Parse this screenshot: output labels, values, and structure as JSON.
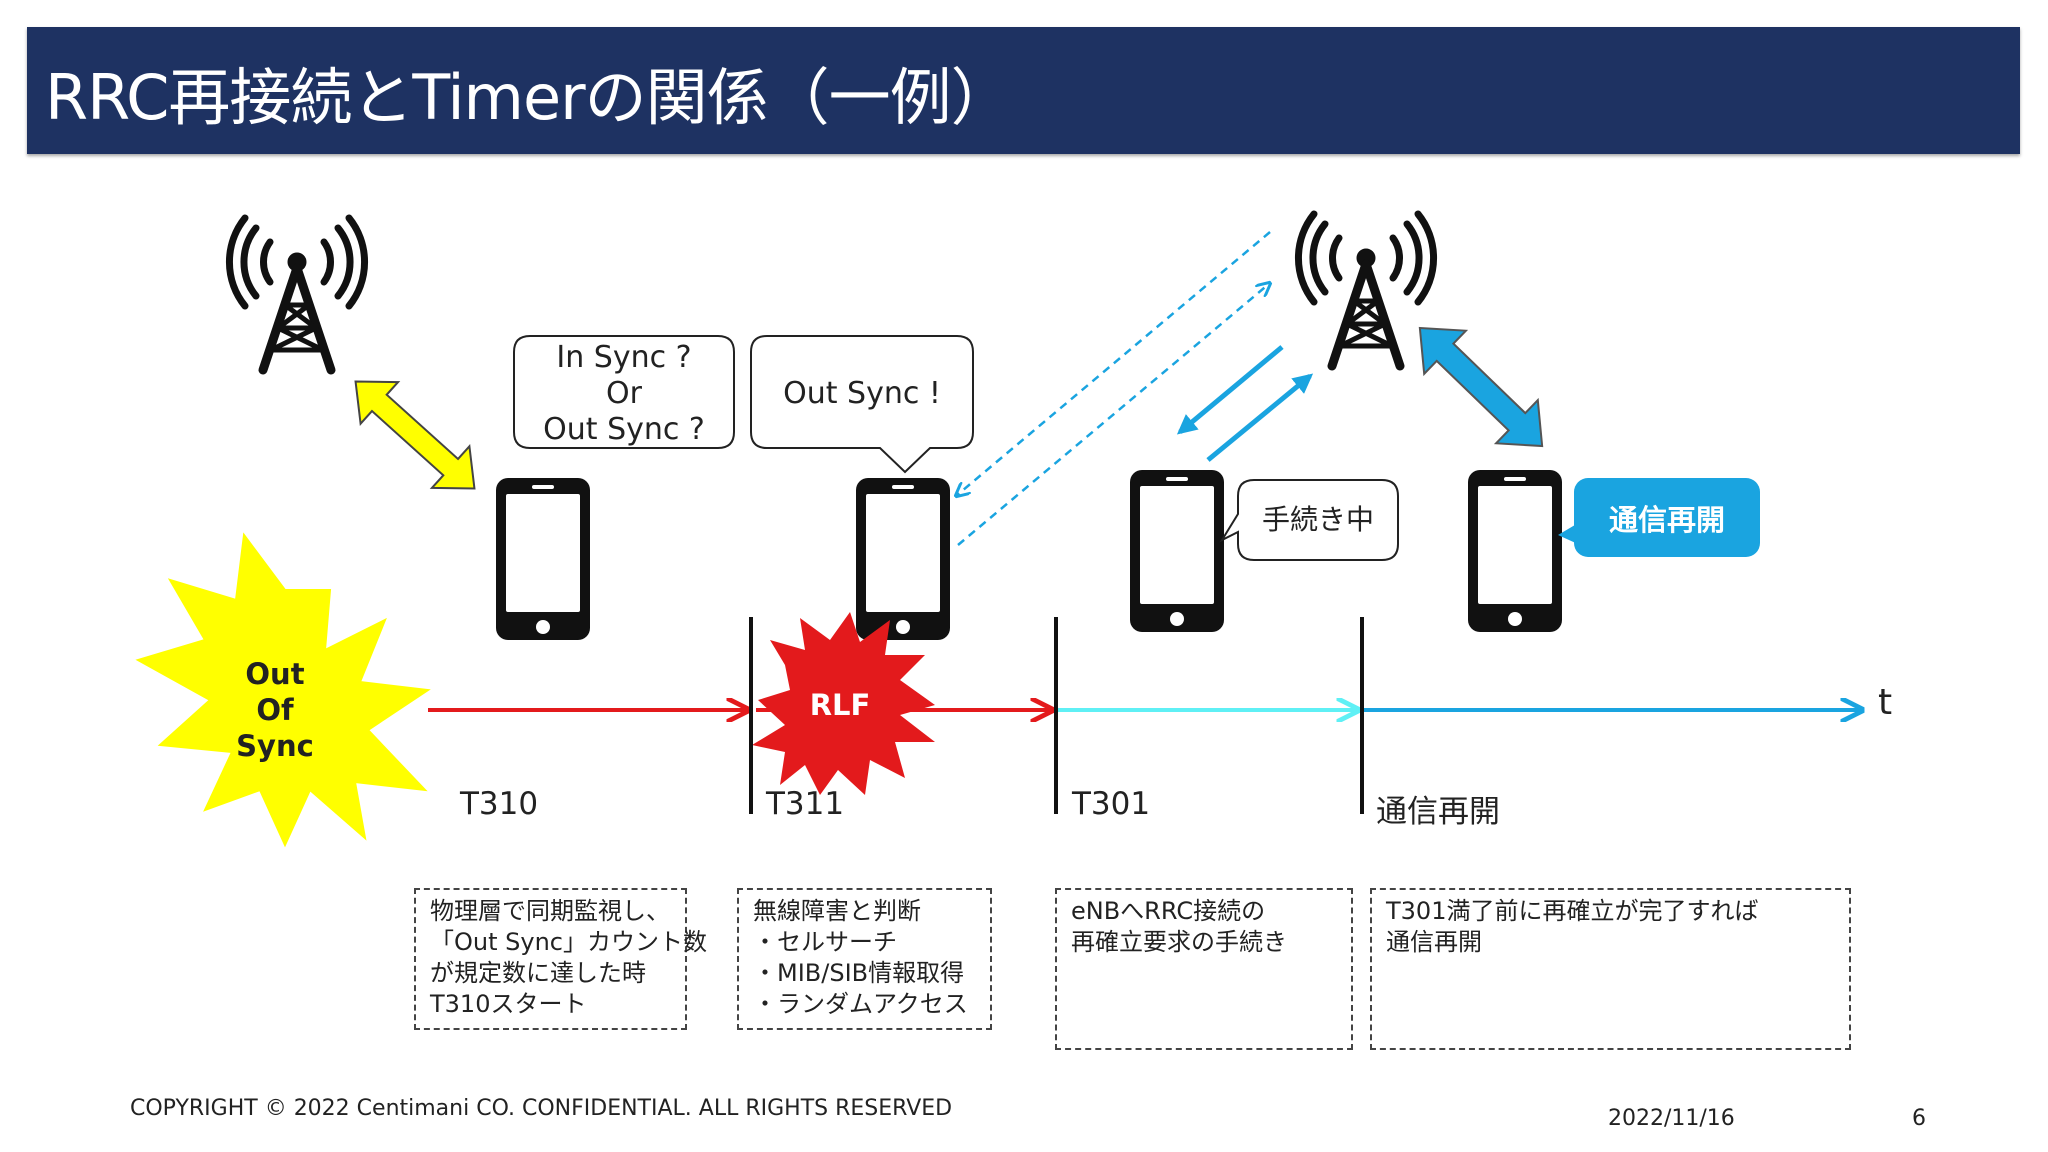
{
  "title": "RRC再接続とTimerの関係（一例）",
  "bubbles": {
    "query": {
      "line1": "In Sync ?",
      "line2": "Or",
      "line3": "Out Sync ?"
    },
    "out_sync": "Out Sync !",
    "procedure": "手続き中",
    "resume": "通信再開"
  },
  "bursts": {
    "out_of_sync": {
      "line1": "Out",
      "line2": "Of",
      "line3": "Sync"
    },
    "rlf": "RLF"
  },
  "timeline": {
    "axis_label": "t",
    "timers": [
      "T310",
      "T311",
      "T301",
      "通信再開"
    ]
  },
  "notes": [
    {
      "lines": [
        "物理層で同期監視し、",
        "「Out Sync」カウント数",
        "が規定数に達した時",
        "T310スタート"
      ]
    },
    {
      "lines": [
        "無線障害と判断",
        "・セルサーチ",
        "・MIB/SIB情報取得",
        "・ランダムアクセス"
      ]
    },
    {
      "lines": [
        "eNBへRRC接続の",
        "再確立要求の手続き"
      ]
    },
    {
      "lines": [
        "T301満了前に再確立が完了すれば",
        "通信再開"
      ]
    }
  ],
  "footer": {
    "copyright": "COPYRIGHT © 2022 Centimani CO. CONFIDENTIAL. ALL RIGHTS RESERVED",
    "date": "2022/11/16",
    "page": "6"
  },
  "colors": {
    "title_bg": "#1e3262",
    "red": "#e31a1c",
    "cyan": "#5ff0f5",
    "blue": "#1aa4e0",
    "yellow": "#ffff00"
  }
}
